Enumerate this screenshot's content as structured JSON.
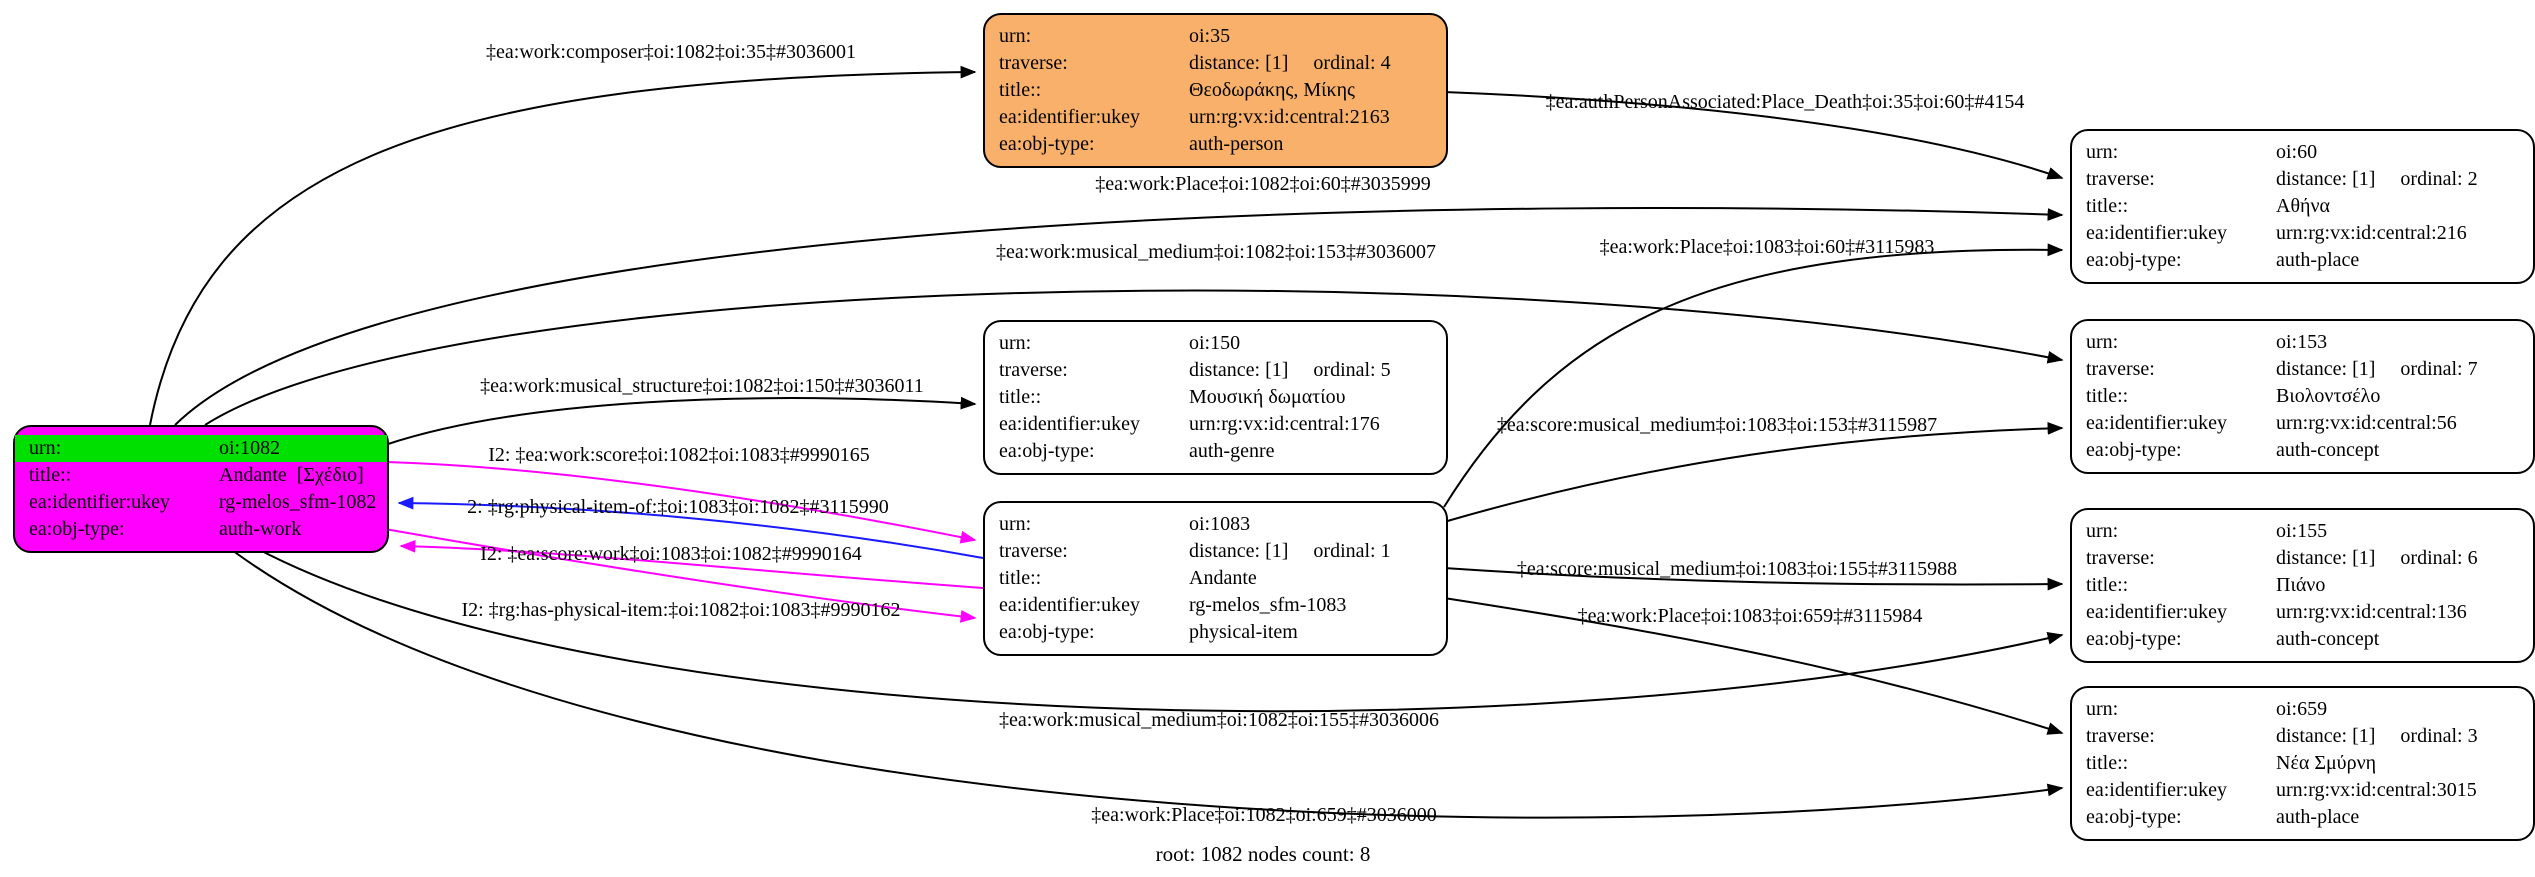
{
  "caption": "root: 1082 nodes count: 8",
  "colors": {
    "work_node": "#ff00ff",
    "person_node": "#f9b06a",
    "highlight_row": "#00e000",
    "default_node": "#ffffff",
    "edge_black": "#000000",
    "edge_magenta": "#ff00ff",
    "edge_blue": "#1a1aff"
  },
  "nodes": {
    "n1082": {
      "rows": [
        {
          "key": "urn:",
          "value": "oi:1082"
        },
        {
          "key": "title::",
          "value": "Andante  [Σχέδιο]"
        },
        {
          "key": "ea:identifier:ukey",
          "value": "rg-melos_sfm-1082"
        },
        {
          "key": "ea:obj-type:",
          "value": "auth-work"
        }
      ]
    },
    "n35": {
      "rows": [
        {
          "key": "urn:",
          "value": "oi:35"
        },
        {
          "key": "traverse:",
          "value": "distance: [1]     ordinal: 4"
        },
        {
          "key": "title::",
          "value": "Θεοδωράκης, Μίκης"
        },
        {
          "key": "ea:identifier:ukey",
          "value": "urn:rg:vx:id:central:2163"
        },
        {
          "key": "ea:obj-type:",
          "value": "auth-person"
        }
      ]
    },
    "n150": {
      "rows": [
        {
          "key": "urn:",
          "value": "oi:150"
        },
        {
          "key": "traverse:",
          "value": "distance: [1]     ordinal: 5"
        },
        {
          "key": "title::",
          "value": "Μουσική δωματίου"
        },
        {
          "key": "ea:identifier:ukey",
          "value": "urn:rg:vx:id:central:176"
        },
        {
          "key": "ea:obj-type:",
          "value": "auth-genre"
        }
      ]
    },
    "n1083": {
      "rows": [
        {
          "key": "urn:",
          "value": "oi:1083"
        },
        {
          "key": "traverse:",
          "value": "distance: [1]     ordinal: 1"
        },
        {
          "key": "title::",
          "value": "Andante"
        },
        {
          "key": "ea:identifier:ukey",
          "value": "rg-melos_sfm-1083"
        },
        {
          "key": "ea:obj-type:",
          "value": "physical-item"
        }
      ]
    },
    "n60": {
      "rows": [
        {
          "key": "urn:",
          "value": "oi:60"
        },
        {
          "key": "traverse:",
          "value": "distance: [1]     ordinal: 2"
        },
        {
          "key": "title::",
          "value": "Αθήνα"
        },
        {
          "key": "ea:identifier:ukey",
          "value": "urn:rg:vx:id:central:216"
        },
        {
          "key": "ea:obj-type:",
          "value": "auth-place"
        }
      ]
    },
    "n153": {
      "rows": [
        {
          "key": "urn:",
          "value": "oi:153"
        },
        {
          "key": "traverse:",
          "value": "distance: [1]     ordinal: 7"
        },
        {
          "key": "title::",
          "value": "Βιολοντσέλο"
        },
        {
          "key": "ea:identifier:ukey",
          "value": "urn:rg:vx:id:central:56"
        },
        {
          "key": "ea:obj-type:",
          "value": "auth-concept"
        }
      ]
    },
    "n155": {
      "rows": [
        {
          "key": "urn:",
          "value": "oi:155"
        },
        {
          "key": "traverse:",
          "value": "distance: [1]     ordinal: 6"
        },
        {
          "key": "title::",
          "value": "Πιάνο"
        },
        {
          "key": "ea:identifier:ukey",
          "value": "urn:rg:vx:id:central:136"
        },
        {
          "key": "ea:obj-type:",
          "value": "auth-concept"
        }
      ]
    },
    "n659": {
      "rows": [
        {
          "key": "urn:",
          "value": "oi:659"
        },
        {
          "key": "traverse:",
          "value": "distance: [1]     ordinal: 3"
        },
        {
          "key": "title::",
          "value": "Νέα Σμύρνη"
        },
        {
          "key": "ea:identifier:ukey",
          "value": "urn:rg:vx:id:central:3015"
        },
        {
          "key": "ea:obj-type:",
          "value": "auth-place"
        }
      ]
    }
  },
  "edges": [
    {
      "label": "‡ea:work:composer‡oi:1082‡oi:35‡#3036001",
      "color": "#000000"
    },
    {
      "label": "‡ea:authPersonAssociated:Place_Death‡oi:35‡oi:60‡#4154",
      "color": "#000000"
    },
    {
      "label": "‡ea:work:Place‡oi:1082‡oi:60‡#3035999",
      "color": "#000000"
    },
    {
      "label": "‡ea:work:musical_medium‡oi:1082‡oi:153‡#3036007",
      "color": "#000000"
    },
    {
      "label": "‡ea:work:Place‡oi:1083‡oi:60‡#3115983",
      "color": "#000000"
    },
    {
      "label": "‡ea:work:musical_structure‡oi:1082‡oi:150‡#3036011",
      "color": "#000000"
    },
    {
      "label": "I2: ‡ea:work:score‡oi:1082‡oi:1083‡#9990165",
      "color": "#ff00ff"
    },
    {
      "label": "2: ‡rg:physical-item-of:‡oi:1083‡oi:1082‡#3115990",
      "color": "#1a1aff"
    },
    {
      "label": "I2: ‡ea:score:work‡oi:1083‡oi:1082‡#9990164",
      "color": "#ff00ff"
    },
    {
      "label": "I2: ‡rg:has-physical-item:‡oi:1082‡oi:1083‡#9990162",
      "color": "#ff00ff"
    },
    {
      "label": "‡ea:score:musical_medium‡oi:1083‡oi:153‡#3115987",
      "color": "#000000"
    },
    {
      "label": "‡ea:score:musical_medium‡oi:1083‡oi:155‡#3115988",
      "color": "#000000"
    },
    {
      "label": "‡ea:work:Place‡oi:1083‡oi:659‡#3115984",
      "color": "#000000"
    },
    {
      "label": "‡ea:work:musical_medium‡oi:1082‡oi:155‡#3036006",
      "color": "#000000"
    },
    {
      "label": "‡ea:work:Place‡oi:1082‡oi:659‡#3036000",
      "color": "#000000"
    }
  ]
}
